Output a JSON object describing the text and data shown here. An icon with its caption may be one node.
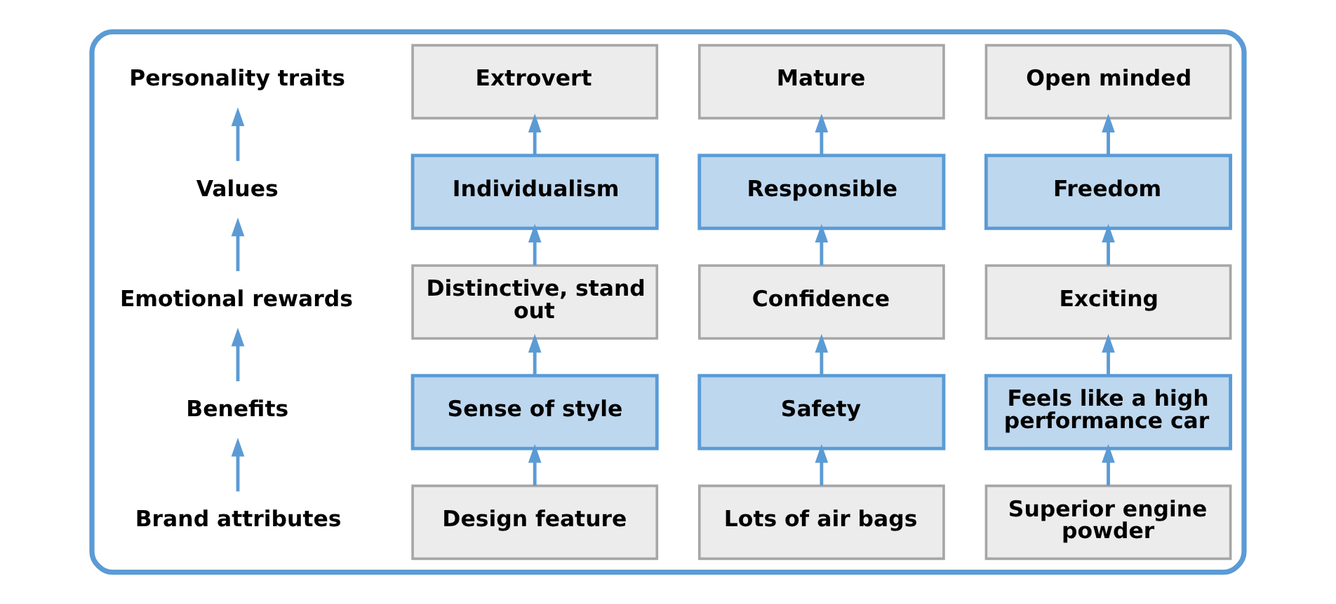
{
  "diagram": {
    "nodes": [
      {
        "text": [],
        "shape": "box"
      },
      {
        "text": [
          "Personality traits"
        ],
        "in": 0
      },
      {
        "text": [
          "Values"
        ],
        "in": 0
      },
      {
        "text": [
          "Emotional rewards"
        ],
        "in": 0
      },
      {
        "text": [
          "Benefits"
        ],
        "in": 0
      },
      {
        "text": [
          "Brand attributes"
        ],
        "in": 0
      },
      {
        "text": [
          "Extrovert"
        ],
        "in": 0
      },
      {
        "text": [
          "Individualism"
        ],
        "in": 0
      },
      {
        "text": [
          "Distinctive, stand out"
        ],
        "in": 0
      },
      {
        "text": [
          "Sense of style"
        ],
        "in": 0
      },
      {
        "text": [
          "Design feature"
        ],
        "in": 0
      },
      {
        "text": [
          "Mature"
        ],
        "in": 0
      },
      {
        "text": [
          "Responsible"
        ],
        "in": 0
      },
      {
        "text": [
          "Confidence"
        ],
        "in": 0
      },
      {
        "text": [
          "Safety"
        ],
        "in": 0
      },
      {
        "text": [
          "Lots of air bags"
        ],
        "in": 0
      },
      {
        "text": [
          "Open minded"
        ],
        "in": 0
      },
      {
        "text": [
          "Freedom"
        ],
        "in": 0
      },
      {
        "text": [
          "Exciting"
        ],
        "in": 0
      },
      {
        "text": [
          "Feels like a high performance car"
        ],
        "in": 0
      },
      {
        "text": [
          "Superior engine powder"
        ],
        "in": 0
      }
    ],
    "edges": [
      {
        "from": 5,
        "to": 4,
        "arrow": "to"
      },
      {
        "from": 4,
        "to": 3,
        "arrow": "to"
      },
      {
        "from": 3,
        "to": 2,
        "arrow": "to"
      },
      {
        "from": 2,
        "to": 1,
        "arrow": "to"
      },
      {
        "from": 10,
        "to": 9,
        "arrow": "to"
      },
      {
        "from": 9,
        "to": 8,
        "arrow": "to"
      },
      {
        "from": 8,
        "to": 7,
        "arrow": "to"
      },
      {
        "from": 7,
        "to": 6,
        "arrow": "to"
      },
      {
        "from": 15,
        "to": 14,
        "arrow": "to"
      },
      {
        "from": 14,
        "to": 13,
        "arrow": "to"
      },
      {
        "from": 13,
        "to": 12,
        "arrow": "to"
      },
      {
        "from": 12,
        "to": 11,
        "arrow": "to"
      },
      {
        "from": 20,
        "to": 19,
        "arrow": "to"
      },
      {
        "from": 19,
        "to": 18,
        "arrow": "to"
      },
      {
        "from": 18,
        "to": 17,
        "arrow": "to"
      },
      {
        "from": 17,
        "to": 16,
        "arrow": "to"
      }
    ]
  }
}
